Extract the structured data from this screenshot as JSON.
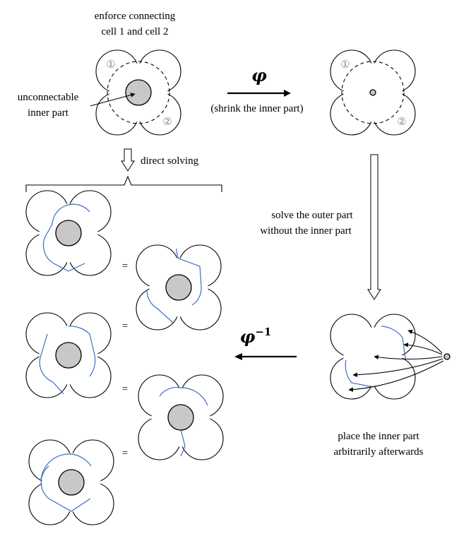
{
  "labels": {
    "enforce_line1": "enforce connecting",
    "enforce_line2": "cell 1 and cell 2",
    "unconnectable_line1": "unconnectable",
    "unconnectable_line2": "inner part",
    "cell1_marker": "①",
    "cell2_marker": "②",
    "phi": "φ",
    "shrink": "(shrink the inner part)",
    "direct_solving": "direct solving",
    "solve_line1": "solve the outer part",
    "solve_line2": "without the inner part",
    "phi_inverse": "φ",
    "phi_inverse_sup": "−1",
    "place_line1": "place the inner part",
    "place_line2": "arbitrarily afterwards",
    "equals": "="
  },
  "colors": {
    "connection_path": "#3a6fc4",
    "inner_part_fill": "#c8c8c8"
  }
}
